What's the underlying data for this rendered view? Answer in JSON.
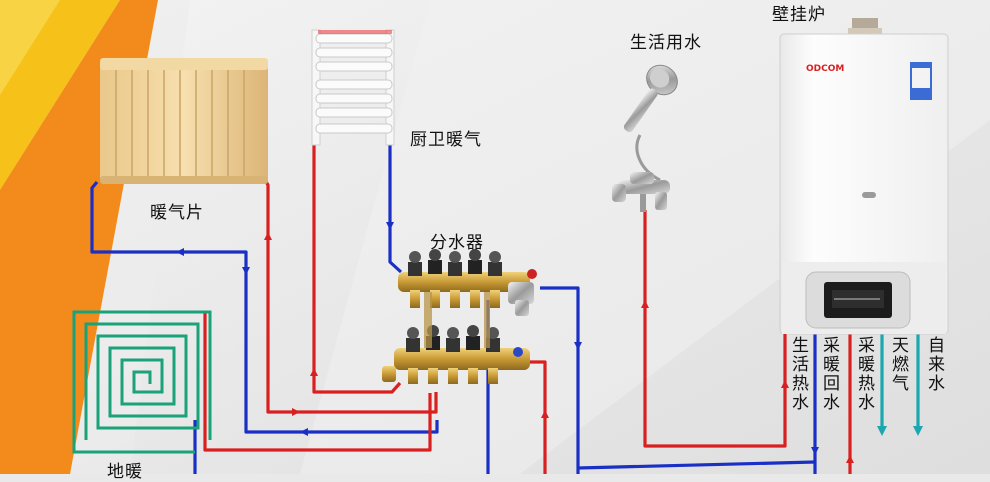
{
  "labels": {
    "radiator": "暖气片",
    "towel_radiator": "厨卫暖气",
    "manifold": "分水器",
    "domestic_water": "生活用水",
    "boiler": "壁挂炉",
    "floor_heating": "地暖"
  },
  "boiler_ports": [
    {
      "label": "生活热水",
      "color": "#d92020"
    },
    {
      "label": "采暖回水",
      "color": "#1a2fc4"
    },
    {
      "label": "采暖热水",
      "color": "#d92020"
    },
    {
      "label": "天燃气",
      "color": "#1aa7b0"
    },
    {
      "label": "自来水",
      "color": "#1aa7b0"
    }
  ],
  "boiler_brand": "ODCOM",
  "colors": {
    "hot_pipe": "#d92020",
    "return_pipe": "#1a2fc4",
    "gas_pipe": "#1aa7b0",
    "accent_orange": "#f28a1c",
    "accent_yellow": "#f6c21a"
  }
}
